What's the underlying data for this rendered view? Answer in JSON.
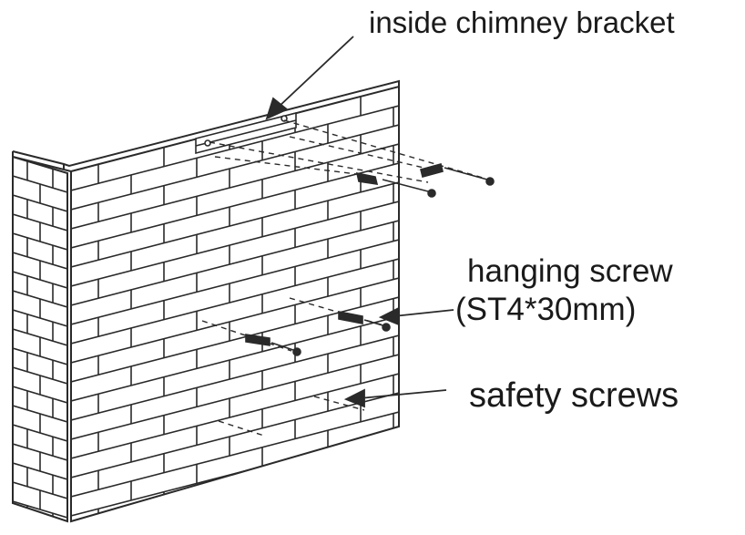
{
  "labels": {
    "bracket": "inside chimney bracket",
    "hanging_line1": "hanging screw",
    "hanging_line2": "(ST4*30mm)",
    "safety": "safety screws"
  },
  "colors": {
    "line": "#2a2a2a",
    "background": "#ffffff"
  }
}
